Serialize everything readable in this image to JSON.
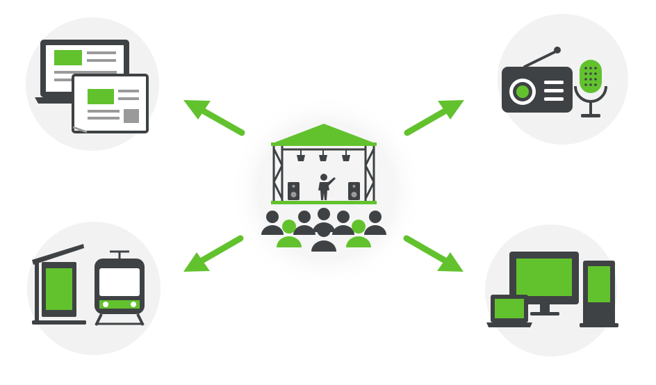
{
  "colors": {
    "accent": "#62c22e",
    "dark": "#3f4244",
    "circle_bg": "#f2f2f2",
    "screen_bg": "#ffffff",
    "stroke_gray": "#9a9a9a"
  },
  "diagram": {
    "center": {
      "icon": "concert-stage-with-audience-icon"
    },
    "channels": [
      {
        "id": "print-online",
        "icon": "laptop-and-newspaper-icon"
      },
      {
        "id": "radio-audio",
        "icon": "radio-and-microphone-icon"
      },
      {
        "id": "outdoor-transit",
        "icon": "bus-stop-billboard-and-tram-icon"
      },
      {
        "id": "digital-screens",
        "icon": "monitor-laptop-kiosk-icon"
      }
    ]
  }
}
